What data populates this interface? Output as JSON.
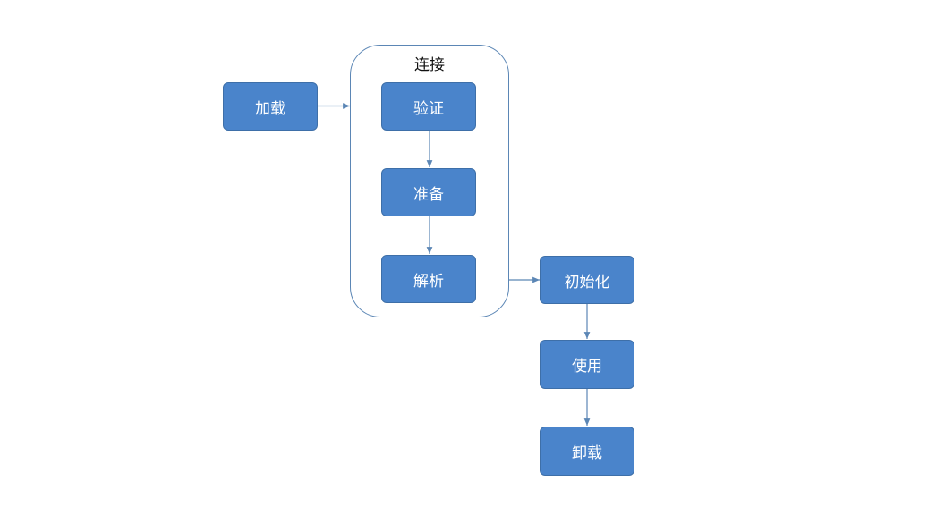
{
  "group": {
    "title": "连接"
  },
  "nodes": {
    "load": "加载",
    "verify": "验证",
    "prepare": "准备",
    "resolve": "解析",
    "init": "初始化",
    "use": "使用",
    "unload": "卸载"
  },
  "colors": {
    "node_fill": "#4a84cb",
    "node_border": "#3e6fa8",
    "edge": "#5b86b5",
    "group_border": "#5b86b5"
  }
}
